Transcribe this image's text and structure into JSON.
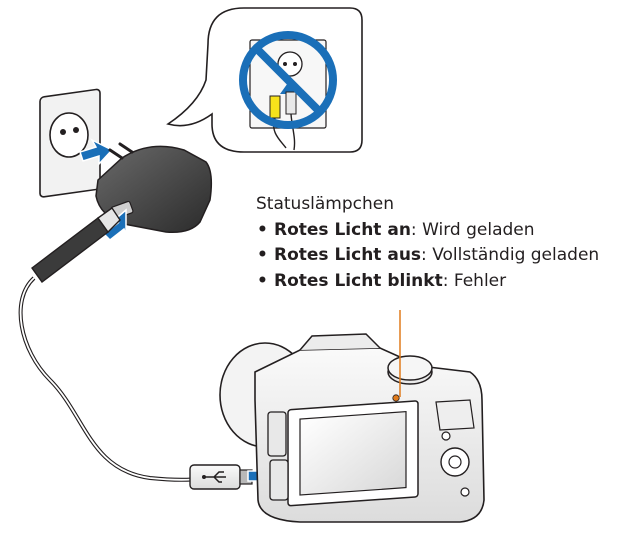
{
  "legend": {
    "heading": "Statuslämpchen",
    "items": [
      {
        "term": "Rotes Licht an",
        "description": "Wird geladen"
      },
      {
        "term": "Rotes Licht aus",
        "description": "Vollständig geladen"
      },
      {
        "term": "Rotes Licht blinkt",
        "description": "Fehler"
      }
    ]
  },
  "colors": {
    "arrow": "#1a6fb8",
    "prohibit": "#1a6fb8",
    "leader_line": "#e07b1c",
    "outline": "#231f20",
    "cable_yellow": "#f7e21b",
    "cable_white": "#e8e8e8"
  },
  "icons": [
    "wall-outlet-icon",
    "prohibited-icon",
    "usb-symbol-icon",
    "arrow-icon"
  ]
}
